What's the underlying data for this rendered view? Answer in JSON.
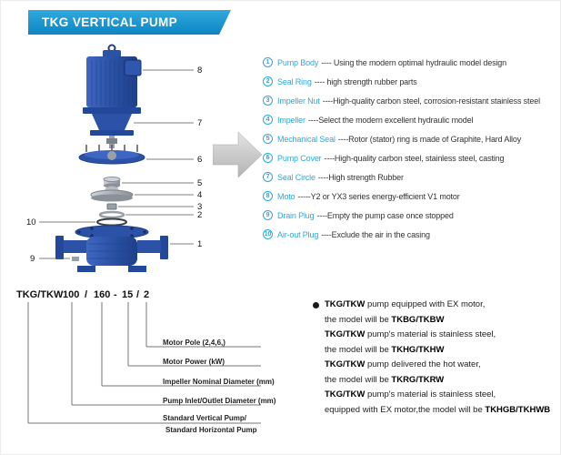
{
  "header": {
    "title": "TKG VERTICAL PUMP"
  },
  "diagram": {
    "callouts": [
      {
        "label": "8"
      },
      {
        "label": "7"
      },
      {
        "label": "6"
      },
      {
        "label": "5"
      },
      {
        "label": "4"
      },
      {
        "label": "3"
      },
      {
        "label": "2"
      },
      {
        "label": "10"
      },
      {
        "label": "1"
      },
      {
        "label": "9"
      }
    ]
  },
  "features": [
    {
      "num": "1",
      "name": "Pump Body",
      "desc": "---- Using the modern optimal hydraulic model design"
    },
    {
      "num": "2",
      "name": "Seal Ring",
      "desc": "---- high strength rubber parts"
    },
    {
      "num": "3",
      "name": "Impeller Nut",
      "desc": "----High-quality carbon steel, corrosion-resistant stainless steel"
    },
    {
      "num": "4",
      "name": "Impeller",
      "desc": "----Select the modern excellent hydraulic model"
    },
    {
      "num": "5",
      "name": "Mechanical Seal",
      "desc": "----Rotor (stator) ring is made of Graphite, Hard Alloy"
    },
    {
      "num": "6",
      "name": "Pump Cover",
      "desc": "----High-quality carbon steel, stainless steel, casting"
    },
    {
      "num": "7",
      "name": "Seal Circle",
      "desc": "----High strength Rubber"
    },
    {
      "num": "8",
      "name": "Moto",
      "desc": "-----Y2 or YX3 series energy-efficient V1 motor"
    },
    {
      "num": "9",
      "name": "Drain Plug",
      "desc": "----Empty the pump case once stopped"
    },
    {
      "num": "10",
      "name": "Air-out Plug",
      "desc": "----Exclude the air in the casing"
    }
  ],
  "model_code": {
    "parts": [
      {
        "text": "TKG/TKW"
      },
      {
        "text": "100"
      },
      {
        "text": "/"
      },
      {
        "text": "160"
      },
      {
        "text": "-"
      },
      {
        "text": "15"
      },
      {
        "text": "/"
      },
      {
        "text": "2"
      }
    ],
    "labels": [
      {
        "text": "Motor Pole (2,4,6,)"
      },
      {
        "text": "Motor Power  (kW)"
      },
      {
        "text": "Impeller Nominal Diameter (mm)"
      },
      {
        "text": "Pump Inlet/Outlet Diameter (mm)"
      },
      {
        "line1": "Standard Vertical Pump/",
        "line2": "Standard  Horizontal Pump"
      }
    ]
  },
  "notes": [
    {
      "brand": "TKG/TKW",
      "rest1": " pump equipped with EX motor,",
      "pre2": "the model will be ",
      "model": "TKBG/TKBW"
    },
    {
      "brand": "TKG/TKW",
      "rest1": " pump's material is stainless steel,",
      "pre2": "the model will be ",
      "model": "TKHG/TKHW"
    },
    {
      "brand": "TKG/TKW",
      "rest1": " pump delivered the hot water,",
      "pre2": "the model will be ",
      "model": "TKRG/TKRW"
    },
    {
      "brand": "TKG/TKW",
      "rest1": " pump's material is stainless steel,",
      "pre2": "equipped with EX motor,the model will be ",
      "model": "TKHGB/TKHWB"
    }
  ]
}
